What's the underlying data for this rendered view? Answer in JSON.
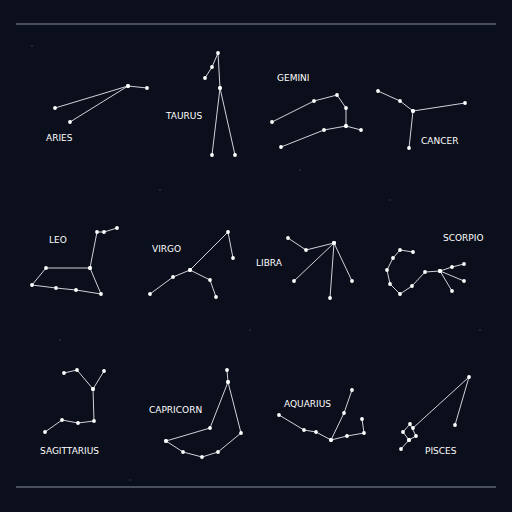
{
  "diagram": {
    "labels": [
      "ARIES",
      "TAURUS",
      "GEMINI",
      "CANCER",
      "LEO",
      "VIRGO",
      "LIBRA",
      "SCORPIO",
      "SAGITTARIUS",
      "CAPRICORN",
      "AQUARIUS",
      "PISCES"
    ]
  }
}
